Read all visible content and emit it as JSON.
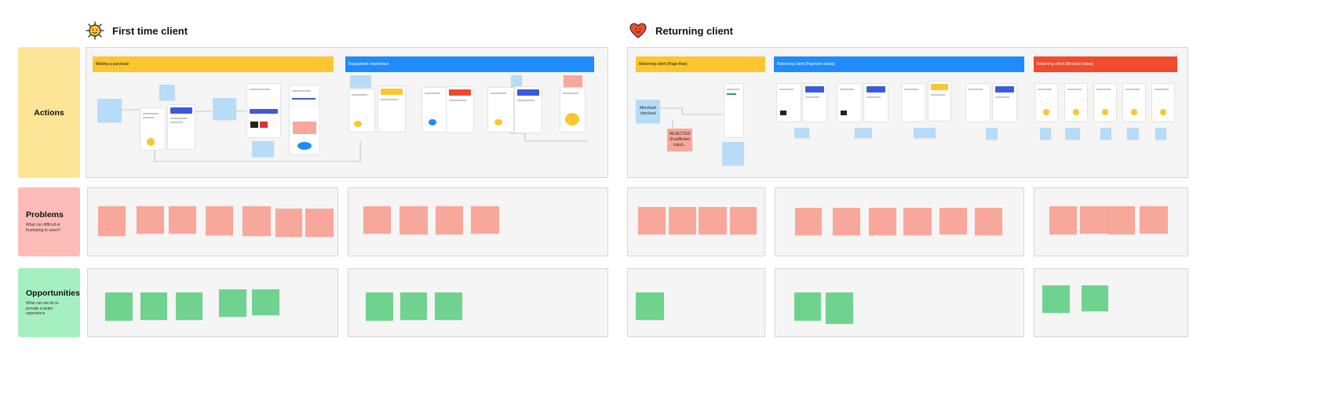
{
  "sections": {
    "first": {
      "title": "First time client",
      "icon": "sun-face-icon"
    },
    "returning": {
      "title": "Returning client",
      "icon": "heart-face-icon"
    }
  },
  "rows": {
    "actions": {
      "title": "Actions"
    },
    "problems": {
      "title": "Problems",
      "subtitle": "What can difficult or frustrating to users?"
    },
    "opportunities": {
      "title": "Opportunities",
      "subtitle": "What can we do to provide a better experience"
    }
  },
  "bars": {
    "making_purchase": "Making a purchase",
    "repayment_experience": "Repayment experience",
    "returning_page_flow": "Returning client (Page flow)",
    "returning_payment_states": "Returning client (Payment states)",
    "returning_blocked_states": "Returning client (Blocked states)"
  },
  "action_notes": {
    "merchant_checkout": "Merchant checkout",
    "rejected": "REJECTED (Insufficient cupo)..."
  },
  "colors": {
    "yellow": "#fcc630",
    "blue": "#1f8bff",
    "red": "#f04b2d",
    "actions_bg": "#fde597",
    "problems_bg": "#fbbcb7",
    "opportunities_bg": "#a6efc1",
    "sticky_pink": "#f7a89b",
    "sticky_green": "#6fd38f",
    "sticky_blue": "#b6dcf8"
  }
}
